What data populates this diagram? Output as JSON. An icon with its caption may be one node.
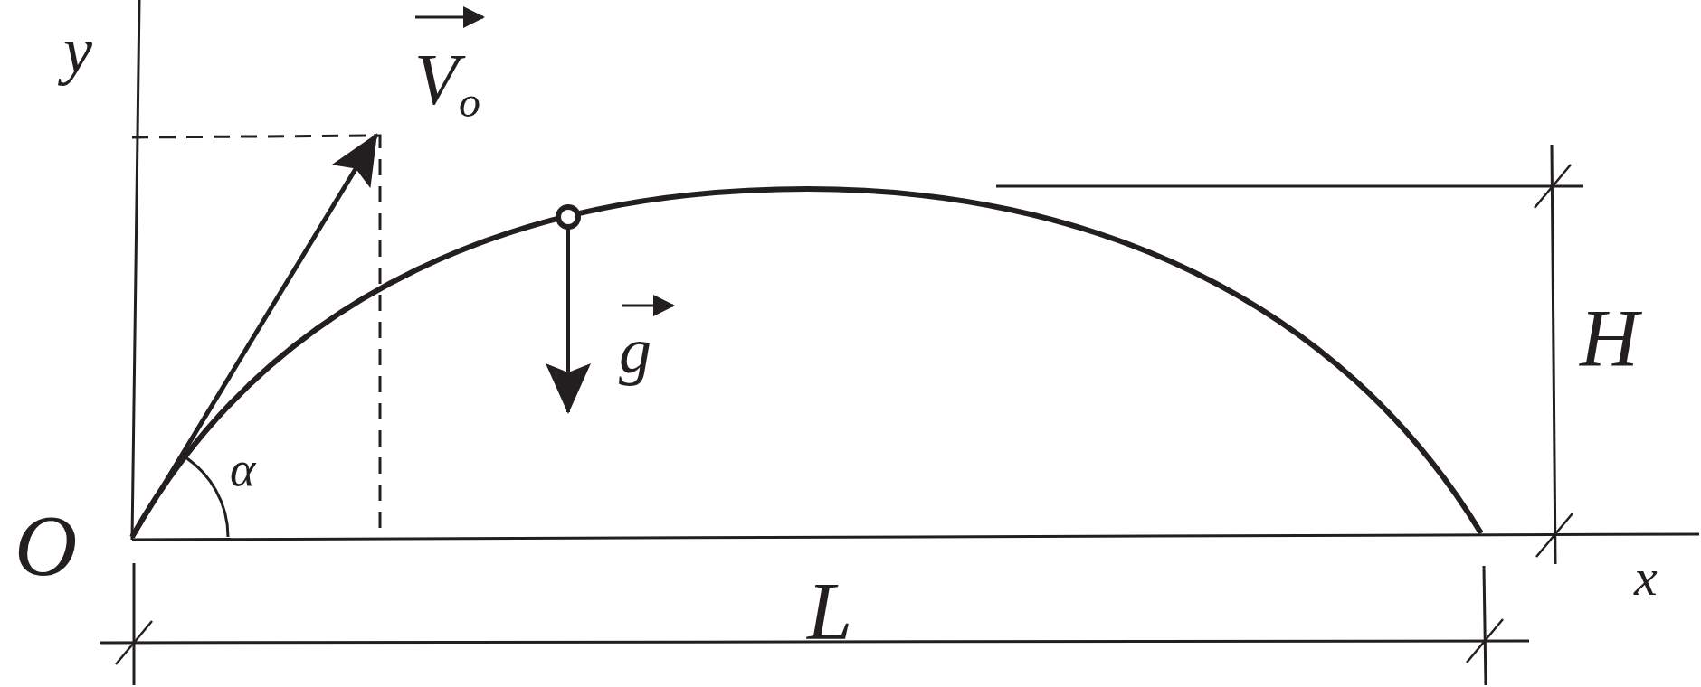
{
  "diagram": {
    "labels": [
      "y",
      "V$_{o}$",
      "g",
      "α",
      "O",
      "L",
      "H",
      "x"
    ]
  }
}
